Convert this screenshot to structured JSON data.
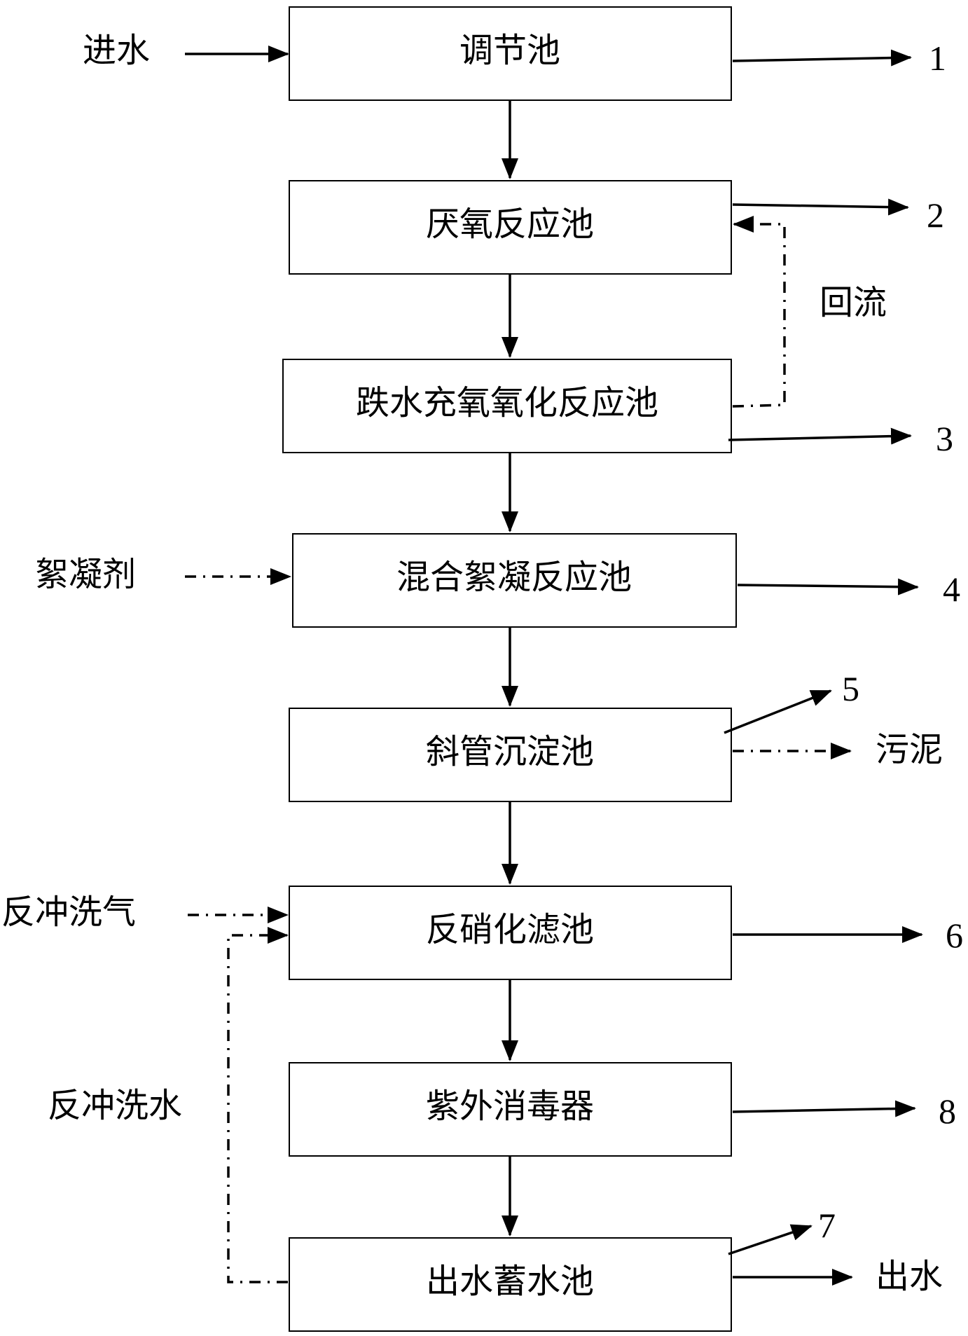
{
  "boxes": {
    "equalization": "调节池",
    "anaerobic": "厌氧反应池",
    "cascade_oxidation": "跌水充氧氧化反应池",
    "flocculation": "混合絮凝反应池",
    "sedimentation": "斜管沉淀池",
    "denitrification": "反硝化滤池",
    "uv": "紫外消毒器",
    "storage": "出水蓄水池"
  },
  "labels": {
    "inflow": "进水",
    "reflux": "回流",
    "flocculant": "絮凝剂",
    "sludge": "污泥",
    "backwash_air": "反冲洗气",
    "backwash_water": "反冲洗水",
    "outflow": "出水"
  },
  "numbers": {
    "n1": "1",
    "n2": "2",
    "n3": "3",
    "n4": "4",
    "n5": "5",
    "n6": "6",
    "n7": "7",
    "n8": "8"
  }
}
